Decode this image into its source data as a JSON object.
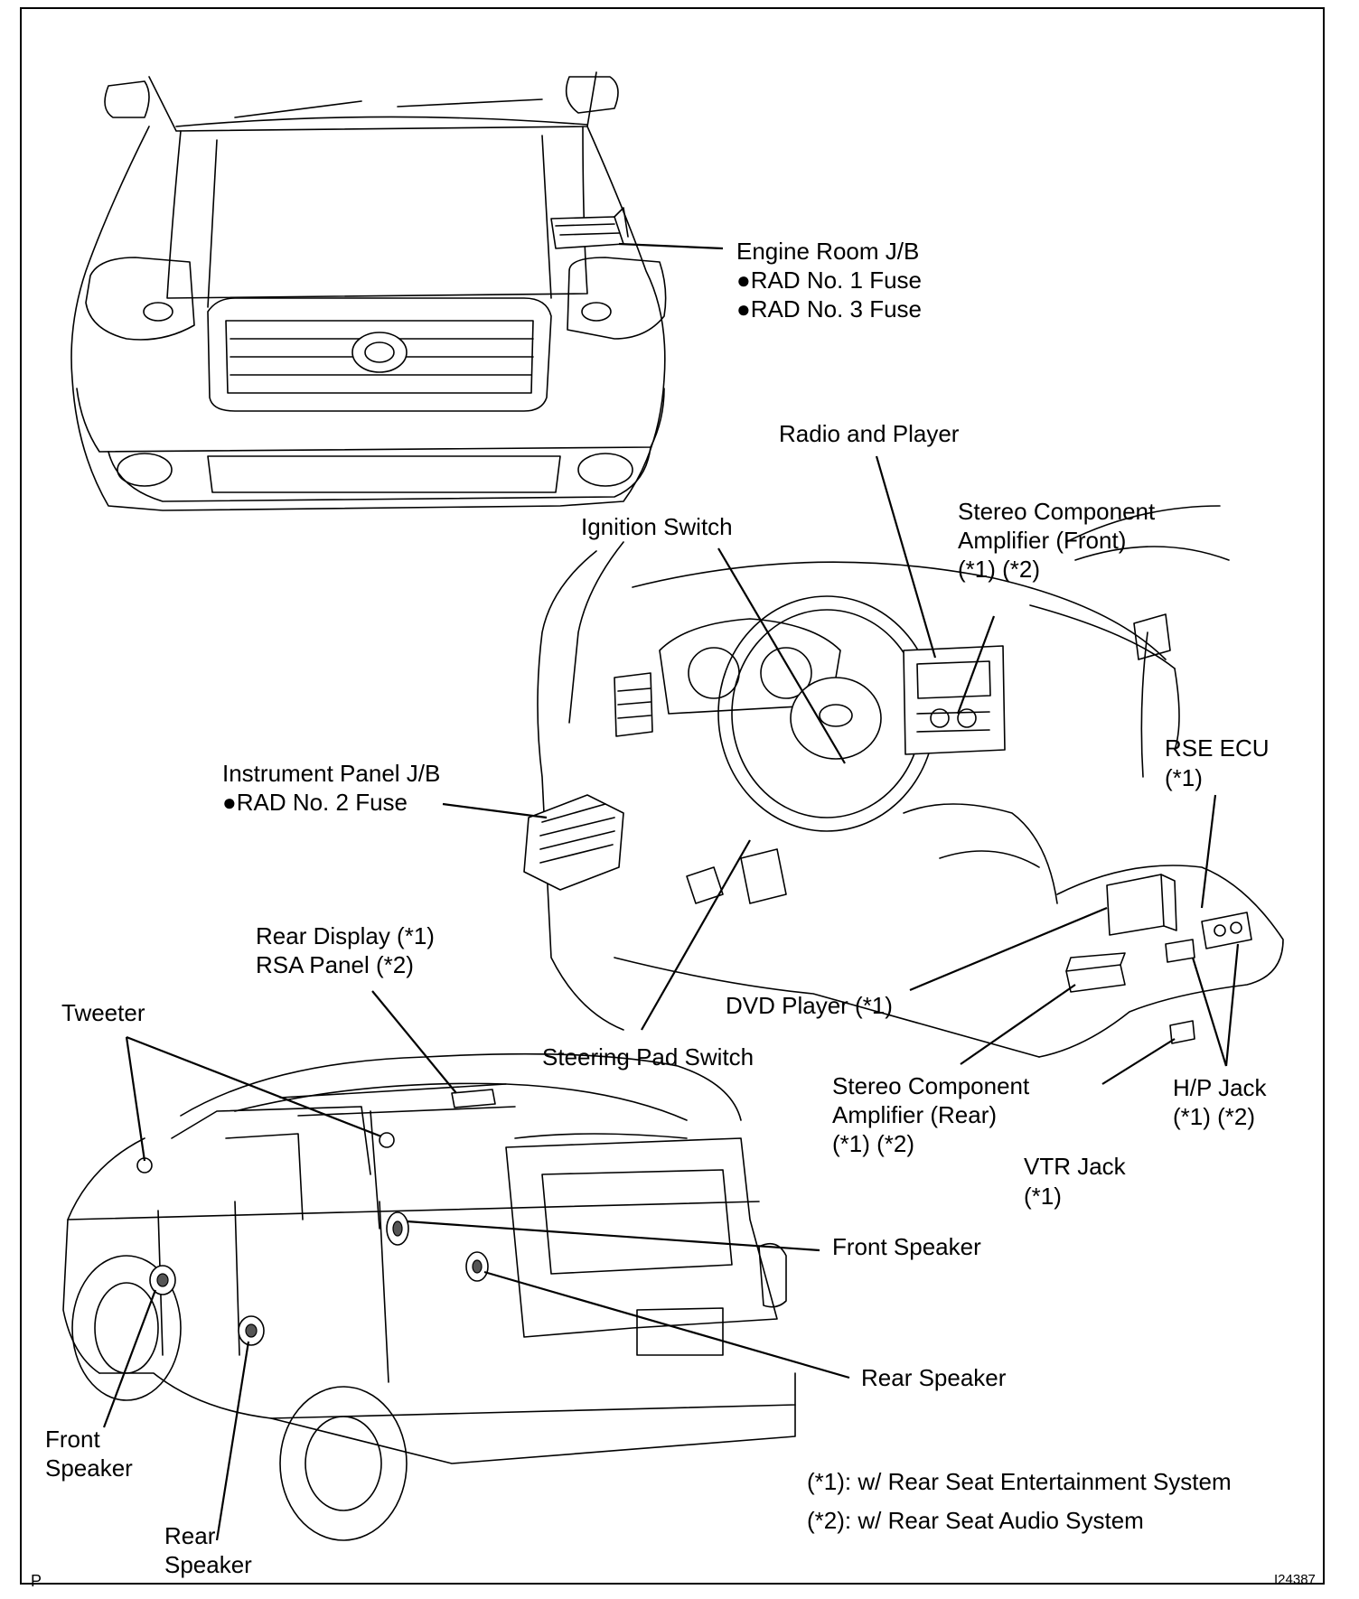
{
  "labels": {
    "engine_room_jb": "Engine Room J/B",
    "rad1_fuse": "●RAD No. 1 Fuse",
    "rad3_fuse": "●RAD No. 3 Fuse",
    "radio_player": "Radio and Player",
    "stereo_front_l1": "Stereo Component",
    "stereo_front_l2": "Amplifier (Front)",
    "stereo_front_l3": "(*1) (*2)",
    "ignition_switch": "Ignition Switch",
    "instrument_jb": "Instrument Panel J/B",
    "rad2_fuse": "●RAD No. 2 Fuse",
    "rse_ecu_l1": "RSE ECU",
    "rse_ecu_l2": "(*1)",
    "rear_display_l1": "Rear Display (*1)",
    "rear_display_l2": "RSA Panel (*2)",
    "tweeter": "Tweeter",
    "dvd_player": "DVD Player (*1)",
    "steering_pad": "Steering Pad Switch",
    "stereo_rear_l1": "Stereo Component",
    "stereo_rear_l2": "Amplifier (Rear)",
    "stereo_rear_l3": "(*1) (*2)",
    "hp_jack_l1": "H/P Jack",
    "hp_jack_l2": "(*1) (*2)",
    "vtr_jack_l1": "VTR Jack",
    "vtr_jack_l2": "(*1)",
    "front_speaker_right": "Front Speaker",
    "rear_speaker_right": "Rear Speaker",
    "front_speaker_left_l1": "Front",
    "front_speaker_left_l2": "Speaker",
    "rear_speaker_left_l1": "Rear",
    "rear_speaker_left_l2": "Speaker"
  },
  "notes": {
    "note1": "(*1): w/  Rear Seat Entertainment System",
    "note2": "(*2): w/  Rear Seat Audio System"
  },
  "footer": {
    "corner_mark": "P",
    "figure_id": "I24387"
  }
}
